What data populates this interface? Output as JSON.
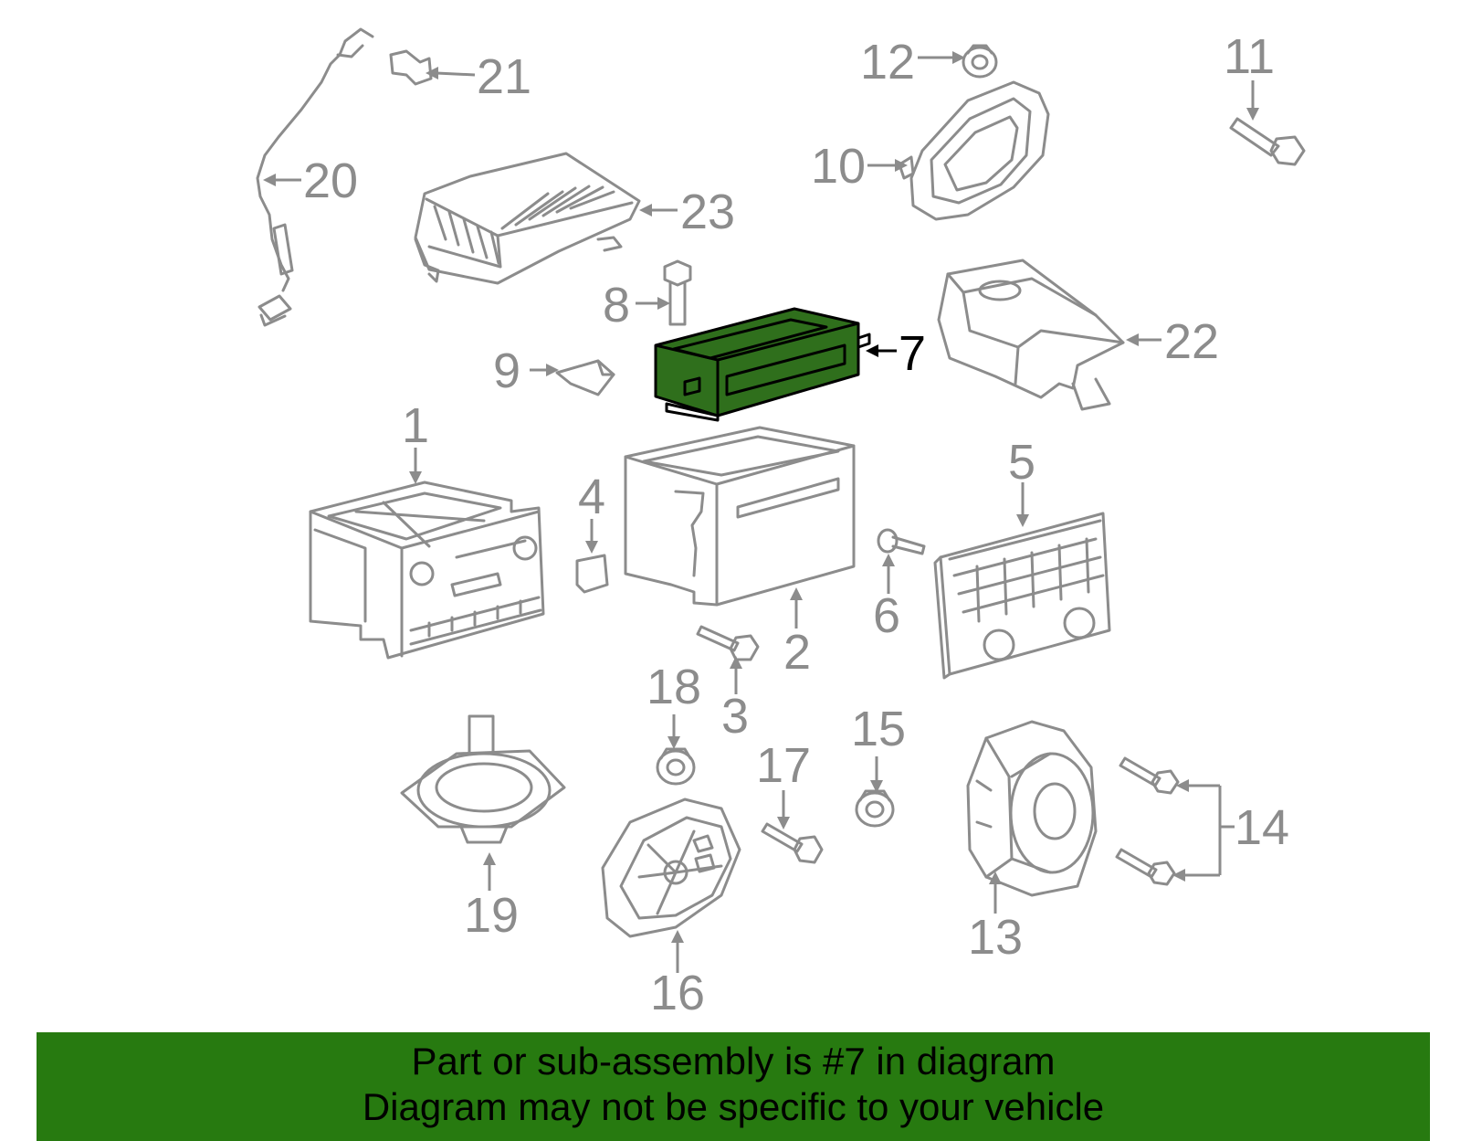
{
  "callouts": {
    "c1": "1",
    "c2": "2",
    "c3": "3",
    "c4": "4",
    "c5": "5",
    "c6": "6",
    "c7": "7",
    "c8": "8",
    "c9": "9",
    "c10": "10",
    "c11": "11",
    "c12": "12",
    "c13": "13",
    "c14": "14",
    "c15": "15",
    "c16": "16",
    "c17": "17",
    "c18": "18",
    "c19": "19",
    "c20": "20",
    "c21": "21",
    "c22": "22",
    "c23": "23"
  },
  "highlight": {
    "part_number": "7",
    "color": "#2f6f1c"
  },
  "banner": {
    "line1": "Part or sub-assembly is #7 in diagram",
    "line2": "Diagram may not be specific to your vehicle",
    "background": "#277a10"
  },
  "colors": {
    "line_art": "#8c8c8c",
    "text": "#000000"
  }
}
